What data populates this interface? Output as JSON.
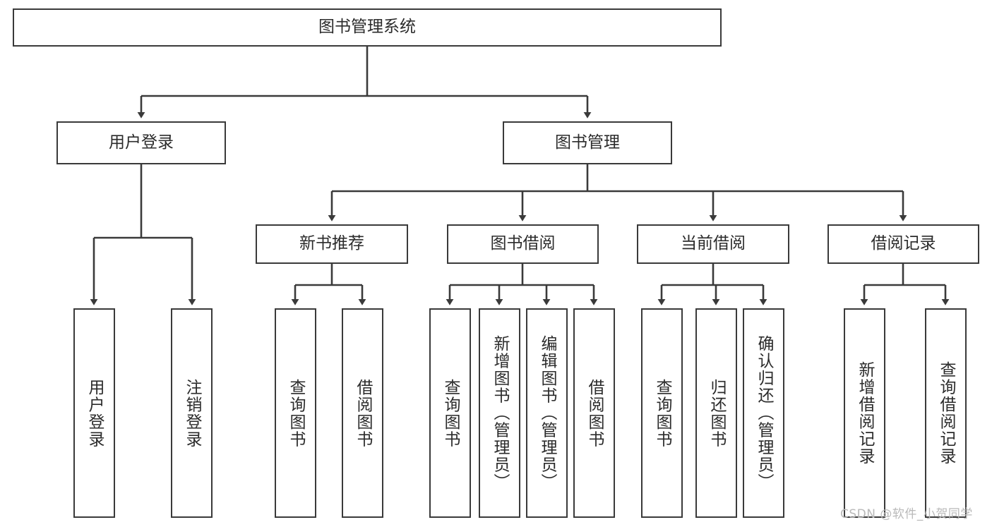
{
  "diagram": {
    "type": "tree-hierarchy-diagram",
    "title": "图书管理系统",
    "watermark": "CSDN @软件_小贺同学",
    "colors": {
      "box_border": "#3a3a3a",
      "box_fill": "#ffffff",
      "text": "#2b2b2b",
      "edge": "#3a3a3a",
      "watermark": "#b9b9b9",
      "background": "#ffffff"
    },
    "nodes": {
      "root": {
        "label": "图书管理系统",
        "level": 1
      },
      "level2": [
        {
          "id": "user-login",
          "label": "用户登录"
        },
        {
          "id": "book-management",
          "label": "图书管理"
        }
      ],
      "level3": [
        {
          "id": "new-book-recommend",
          "label": "新书推荐"
        },
        {
          "id": "book-borrow",
          "label": "图书借阅"
        },
        {
          "id": "current-borrow",
          "label": "当前借阅"
        },
        {
          "id": "borrow-record",
          "label": "借阅记录"
        }
      ],
      "leaves": {
        "user_login": [
          {
            "id": "leaf-user-login",
            "label": "用户登录"
          },
          {
            "id": "leaf-logout-login",
            "label": "注销登录"
          }
        ],
        "new_book_recommend": [
          {
            "id": "leaf-query-book-1",
            "label": "查询图书"
          },
          {
            "id": "leaf-borrow-book-1",
            "label": "借阅图书"
          }
        ],
        "book_borrow": [
          {
            "id": "leaf-query-book-2",
            "label": "查询图书"
          },
          {
            "id": "leaf-add-book",
            "label": "新增图书（管理员）"
          },
          {
            "id": "leaf-edit-book",
            "label": "编辑图书（管理员）"
          },
          {
            "id": "leaf-borrow-book-2",
            "label": "借阅图书"
          }
        ],
        "current_borrow": [
          {
            "id": "leaf-query-book-3",
            "label": "查询图书"
          },
          {
            "id": "leaf-return-book",
            "label": "归还图书"
          },
          {
            "id": "leaf-confirm-return",
            "label": "确认归还（管理员）"
          }
        ],
        "borrow_record": [
          {
            "id": "leaf-add-borrow-record",
            "label": "新增借阅记录"
          },
          {
            "id": "leaf-query-borrow-record",
            "label": "查询借阅记录"
          }
        ]
      }
    }
  }
}
